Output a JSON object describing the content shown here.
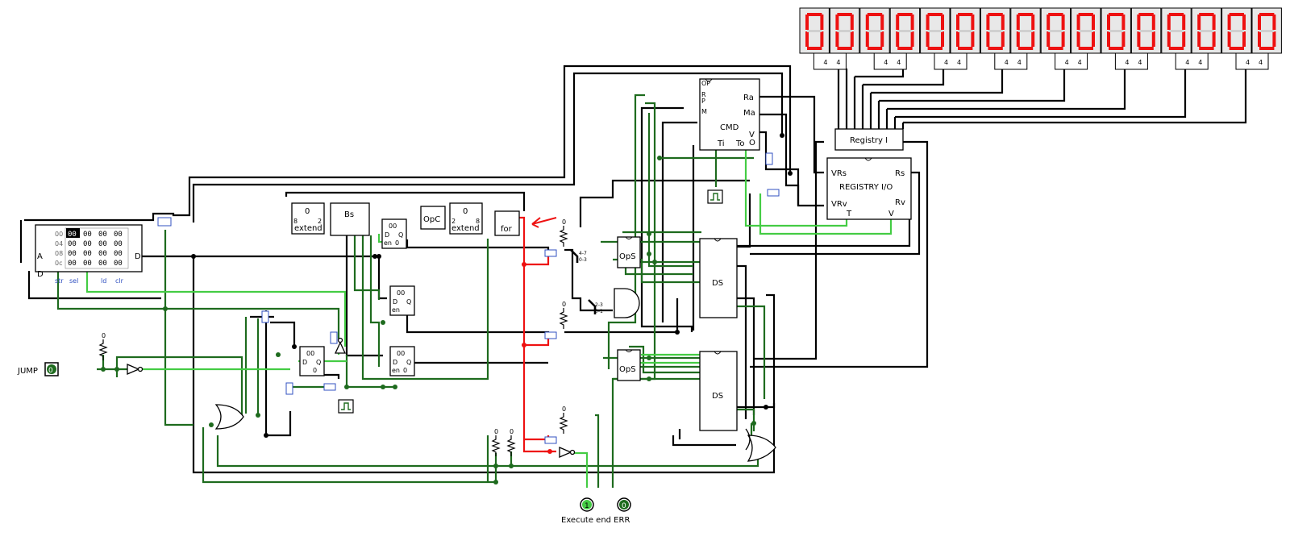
{
  "circuit": {
    "memory": {
      "port_a": "A",
      "port_d_in": "D",
      "port_d_out": "D",
      "rows": [
        {
          "addr": "00",
          "cells": [
            "00",
            "00",
            "00",
            "00"
          ]
        },
        {
          "addr": "04",
          "cells": [
            "00",
            "00",
            "00",
            "00"
          ]
        },
        {
          "addr": "08",
          "cells": [
            "00",
            "00",
            "00",
            "00"
          ]
        },
        {
          "addr": "0c",
          "cells": [
            "00",
            "00",
            "00",
            "00"
          ]
        }
      ],
      "controls": [
        "str",
        "sel",
        "ld",
        "clr"
      ]
    },
    "components": {
      "extend1": {
        "title": "0",
        "label": "extend",
        "in_width": "8",
        "out_width": "2"
      },
      "bs": {
        "label": "Bs"
      },
      "opc": {
        "label": "OpC"
      },
      "extend2": {
        "title": "0",
        "label": "extend",
        "in_width": "2",
        "out_width": "8"
      },
      "for": {
        "label": "for"
      },
      "cmd": {
        "label": "CMD",
        "left_pins": [
          "OP",
          "R",
          "P",
          "M"
        ],
        "right_pins": [
          "Ra",
          "Ma",
          "V",
          "O"
        ],
        "bottom_pins": [
          "Ti",
          "To"
        ]
      },
      "registry_i": {
        "label": "Registry I"
      },
      "registry_io": {
        "label": "REGISTRY I/O",
        "left_pins": [
          "VRs",
          "VRv"
        ],
        "right_pins": [
          "Rs",
          "Rv"
        ],
        "bottom_pins": [
          "T",
          "V"
        ]
      },
      "ops1": {
        "label": "OpS"
      },
      "ops2": {
        "label": "OpS"
      },
      "ds1": {
        "label": "DS"
      },
      "ds2": {
        "label": "DS"
      }
    },
    "register": {
      "value": "00",
      "d": "D",
      "q": "Q",
      "en": "en",
      "zero": "0"
    },
    "constant": "0",
    "splitter_labels": [
      "4-7",
      "0-3",
      "2-3",
      "0-1"
    ],
    "inputs": {
      "jump": {
        "label": "JUMP",
        "value": "0"
      }
    },
    "outputs": {
      "execute": {
        "value": "1"
      },
      "err": {
        "value": "0"
      },
      "caption": "Execute end ERR"
    },
    "display": {
      "digit_count": 16,
      "segment_color": "#ee1111",
      "unit_label": "4"
    },
    "colors": {
      "wire_off": "#1e6b1e",
      "wire_on": "#44cc44",
      "wire_err": "#ee1111",
      "wire_bus": "#000000"
    }
  }
}
